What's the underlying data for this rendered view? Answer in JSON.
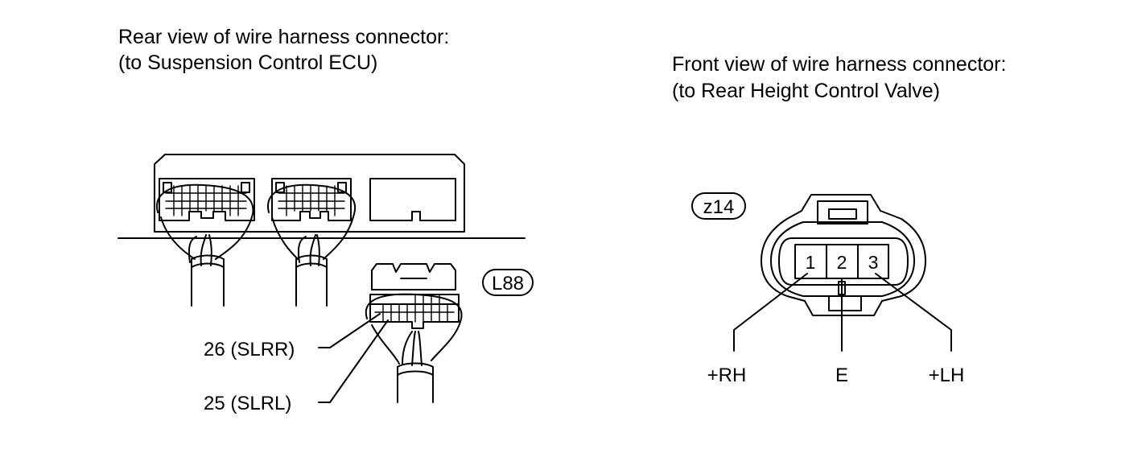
{
  "left": {
    "heading_line1": "Rear view of wire harness connector:",
    "heading_line2": "(to Suspension Control ECU)",
    "connector_code": "L88",
    "pin_labels": [
      "26 (SLRR)",
      "25 (SLRL)"
    ]
  },
  "right": {
    "heading_line1": "Front view of wire harness connector:",
    "heading_line2": "(to Rear Height Control Valve)",
    "connector_code": "z14",
    "pin_numbers": [
      "1",
      "2",
      "3"
    ],
    "terminal_labels": [
      "+RH",
      "E",
      "+LH"
    ]
  }
}
